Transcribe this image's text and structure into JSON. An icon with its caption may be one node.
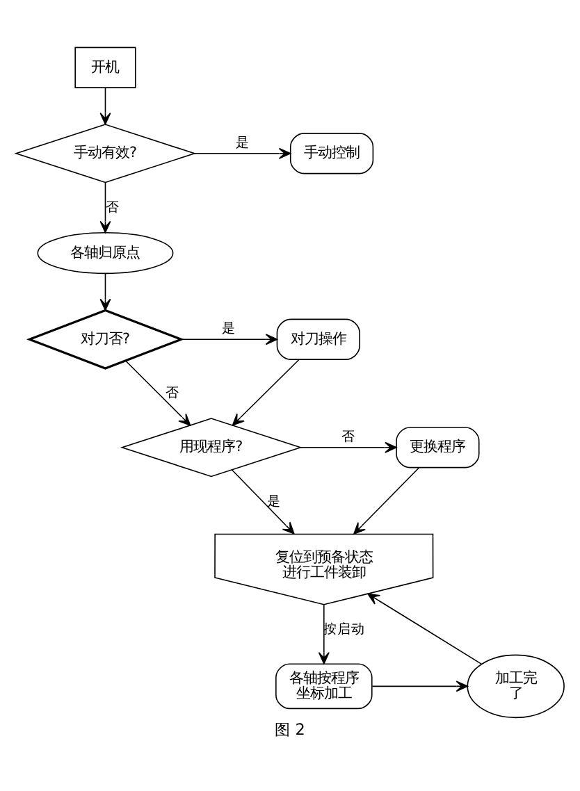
{
  "diagram": {
    "caption": "图 2",
    "nodes": [
      {
        "text": [
          "开机"
        ]
      },
      {
        "text": [
          "手动有效?"
        ]
      },
      {
        "text": [
          "手动控制"
        ]
      },
      {
        "text": [
          "各轴归原点"
        ]
      },
      {
        "text": [
          "对刀否?"
        ]
      },
      {
        "text": [
          "对刀操作"
        ]
      },
      {
        "text": [
          "用现程序?"
        ]
      },
      {
        "text": [
          "更换程序"
        ]
      },
      {
        "text": [
          "复位到预备状态进行工件装卸"
        ]
      },
      {
        "text": [
          "各轴按程序坐标加工"
        ]
      },
      {
        "text": [
          "加工完了"
        ]
      }
    ],
    "edges": [
      {
        "from": 0,
        "to": 1,
        "arrow": "to"
      },
      {
        "from": 1,
        "to": 2,
        "arrow": "to",
        "label": "是"
      },
      {
        "from": 1,
        "to": 3,
        "arrow": "to",
        "label": "否"
      },
      {
        "from": 3,
        "to": 4,
        "arrow": "to"
      },
      {
        "from": 4,
        "to": 5,
        "arrow": "to",
        "label": "是"
      },
      {
        "from": 4,
        "to": 6,
        "arrow": "to",
        "label": "否"
      },
      {
        "from": 5,
        "to": 6,
        "arrow": "to"
      },
      {
        "from": 6,
        "to": 7,
        "arrow": "to",
        "label": "否"
      },
      {
        "from": 6,
        "to": 8,
        "arrow": "to",
        "label": "是"
      },
      {
        "from": 7,
        "to": 8,
        "arrow": "to"
      },
      {
        "from": 8,
        "to": 9,
        "arrow": "to",
        "label": "按启动"
      },
      {
        "from": 9,
        "to": 10,
        "arrow": "to"
      },
      {
        "from": 10,
        "to": 8,
        "arrow": "to"
      }
    ]
  }
}
